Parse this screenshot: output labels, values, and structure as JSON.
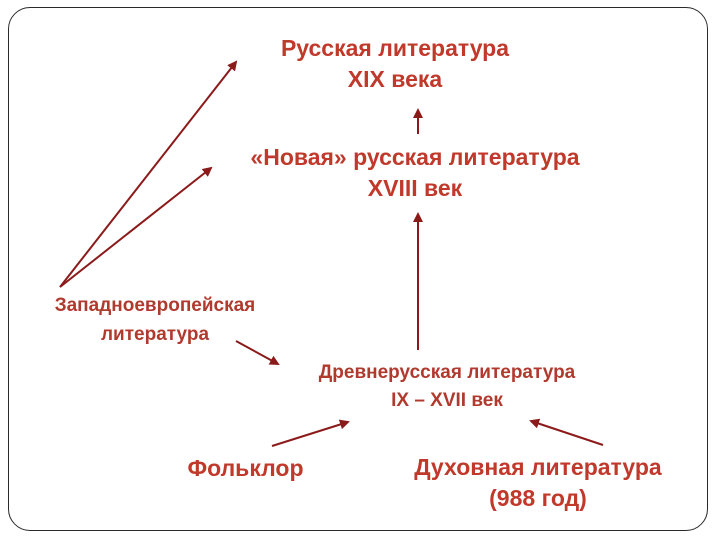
{
  "nodes": {
    "russian_19": {
      "line1": "Русская  литература",
      "line2": "XIX века"
    },
    "new_russian_18": {
      "line1": "«Новая» русская литература",
      "line2": "XVIII век"
    },
    "western": {
      "line1": "Западноевропейская",
      "line2": "литература"
    },
    "old_russian": {
      "line1": "Древнерусская литература",
      "line2": "IX – XVII век"
    },
    "folklore": {
      "line1": "Фольклор"
    },
    "spiritual": {
      "line1": "Духовная литература",
      "line2": "(988 год)"
    }
  },
  "colors": {
    "text": "#c0392b",
    "arrow": "#8b1a1a",
    "border": "#2a2a2a"
  }
}
